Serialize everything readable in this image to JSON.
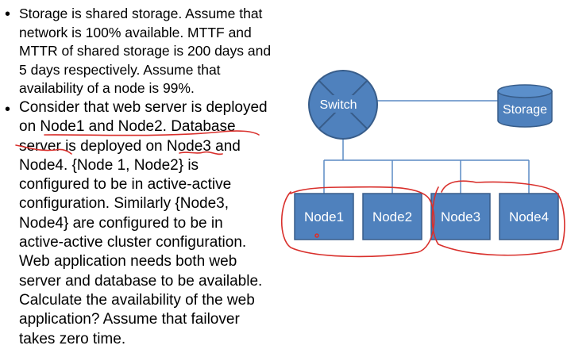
{
  "bullets": [
    "Storage is shared storage. Assume that\nnetwork is 100% available. MTTF and\nMTTR of shared storage is 200 days and\n5 days respectively. Assume that\navailability of a node is 99%.",
    "Consider that web server is deployed\non Node1 and Node2. Database\nserver is deployed on Node3 and\nNode4.  {Node 1, Node2} is\nconfigured to be in active-active\nconfiguration. Similarly {Node3,\nNode4} are configured to be in\nactive-active cluster configuration.\nWeb application needs both web\nserver and database to be available.\nCalculate the availability of the web\napplication? Assume that failover\ntakes zero time."
  ],
  "diagram": {
    "switch_label": "Switch",
    "storage_label": "Storage",
    "nodes": [
      "Node1",
      "Node2",
      "Node3",
      "Node4"
    ]
  },
  "colors": {
    "shape_fill": "#4f81bd",
    "shape_stroke": "#385d8a",
    "link": "#5b8ac4",
    "annotation": "#d9302c"
  }
}
